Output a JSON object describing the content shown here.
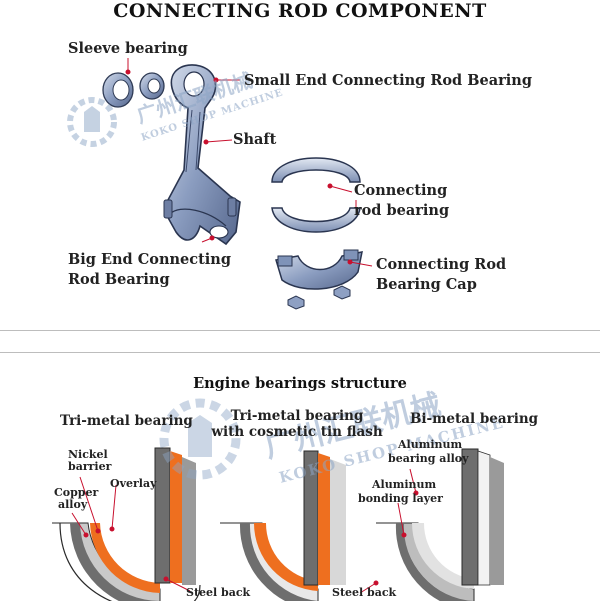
{
  "top": {
    "title": "CONNECTING ROD COMPONENT",
    "labels": {
      "sleeve_bearing": "Sleeve bearing",
      "small_end": "Small End Connecting Rod Bearing",
      "shaft": "Shaft",
      "connecting_rod_bearing": [
        "Connecting",
        "rod bearing"
      ],
      "big_end": [
        "Big End Connecting",
        "Rod Bearing"
      ],
      "bearing_cap": [
        "Connecting Rod",
        "Bearing Cap"
      ]
    },
    "watermark": {
      "cn": "广州汇联机械",
      "en": "KOKO SHOP MACHINE"
    }
  },
  "bottom": {
    "title": "Engine bearings structure",
    "headers": {
      "tri_metal": "Tri-metal bearing",
      "tri_metal_tin": [
        "Tri-metal bearing",
        "with cosmetic tin flash"
      ],
      "bi_metal": "Bi-metal bearing"
    },
    "labels": {
      "nickel_barrier": [
        "Nickel",
        "barrier"
      ],
      "copper_alloy": [
        "Copper",
        "alloy"
      ],
      "overlay": "Overlay",
      "steel_back_1": "Steel back",
      "steel_back_2": "Steel back",
      "aluminum_alloy": [
        "Aluminum",
        "bearing alloy"
      ],
      "aluminum_bonding": [
        "Aluminum",
        "bonding layer"
      ]
    },
    "watermark": {
      "cn": "广州汇联机械",
      "en": "KOKO SHOP MACHINE"
    }
  },
  "colors": {
    "part_blue": "#7f93b8",
    "part_blue_light": "#c3cde0",
    "leader_red": "#c8102e",
    "steel_gray": "#6e6e6e",
    "copper_orange": "#ee6f1f",
    "overlay_gray": "#a7a7a7"
  }
}
